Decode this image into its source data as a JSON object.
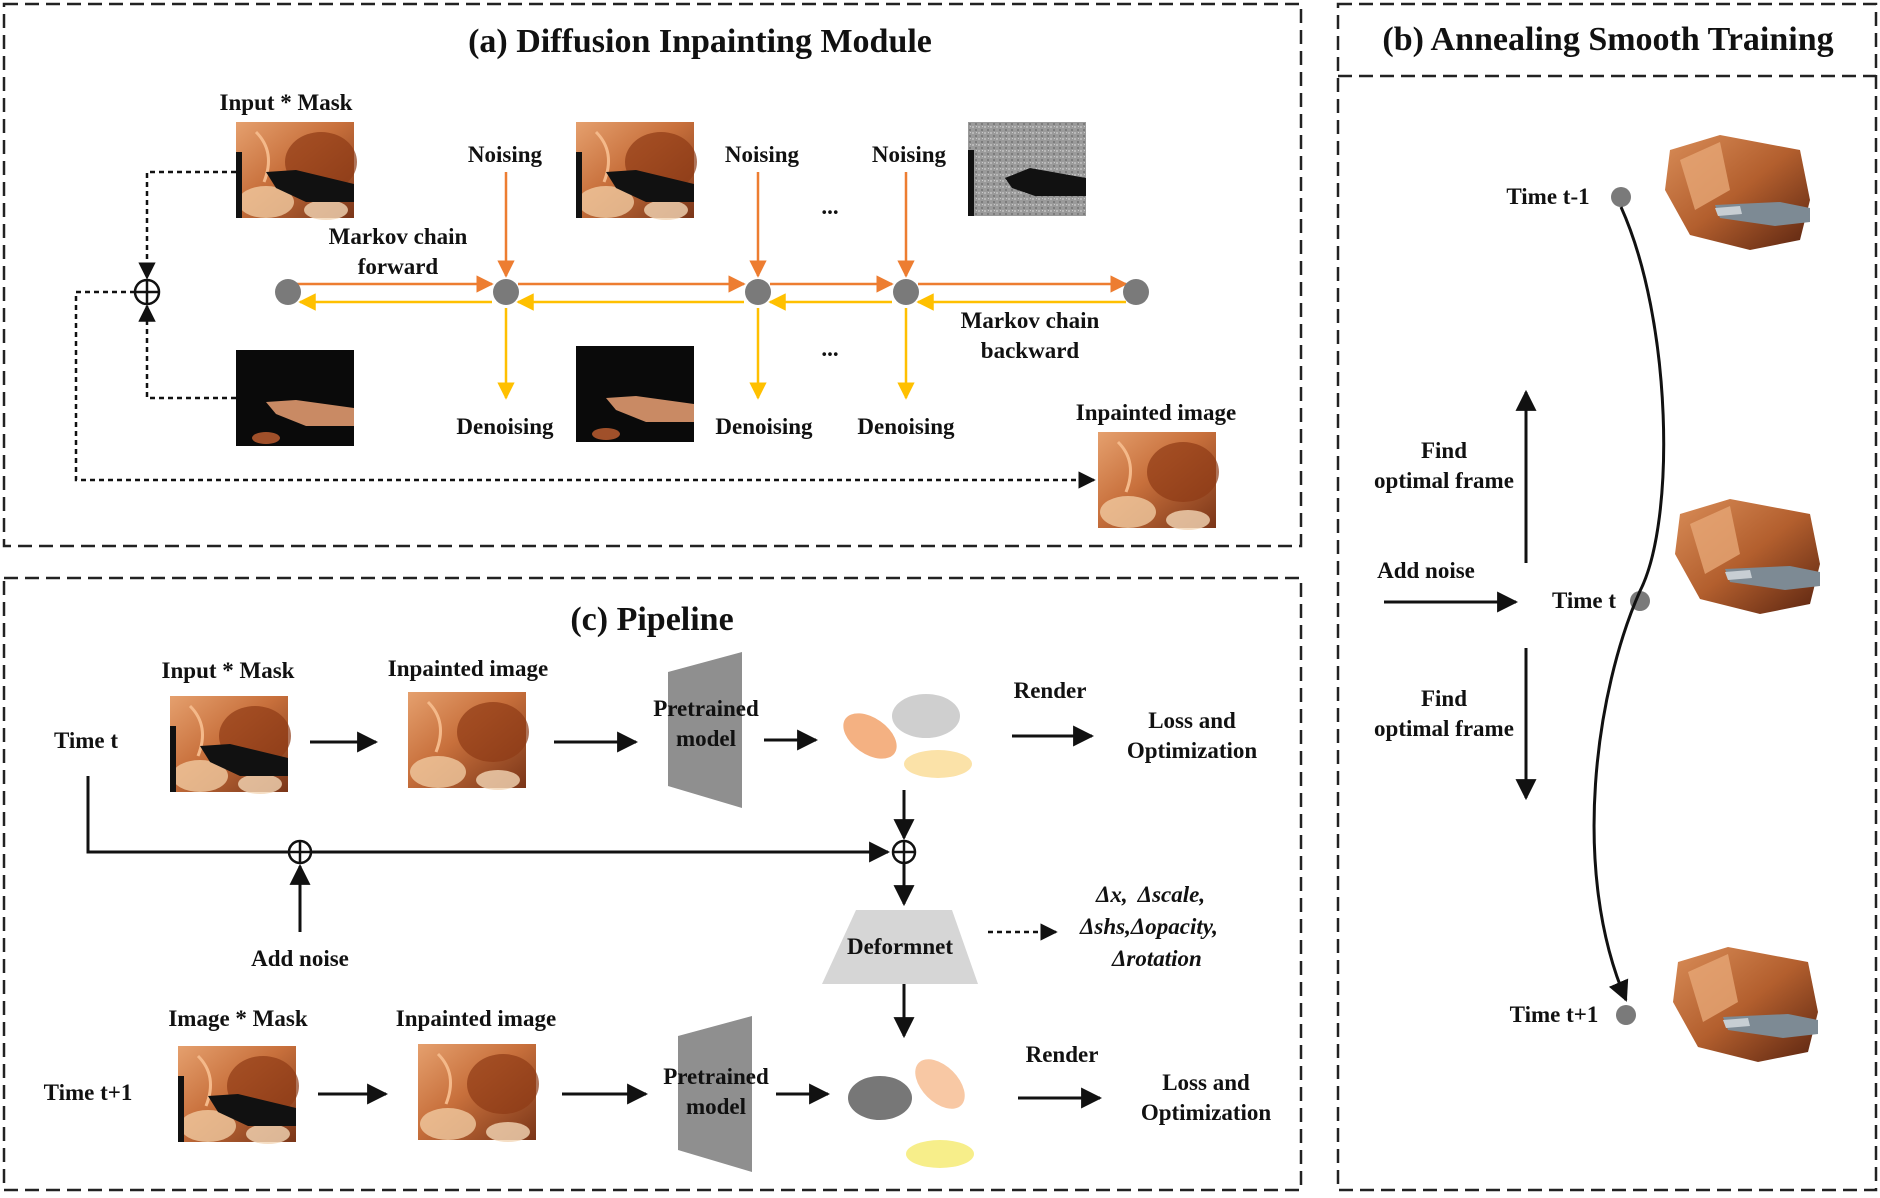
{
  "panel_a": {
    "title": "(a) Diffusion Inpainting Module",
    "input_mask": "Input * Mask",
    "noising_1": "Noising",
    "noising_2": "Noising",
    "noising_3": "Noising",
    "ellipsis_top": "...",
    "ellipsis_bottom": "...",
    "markov_forward_1": "Markov chain",
    "markov_forward_2": "forward",
    "markov_backward_1": "Markov chain",
    "markov_backward_2": "backward",
    "denoising_1": "Denoising",
    "denoising_2": "Denoising",
    "denoising_3": "Denoising",
    "inpainted_image": "Inpainted image",
    "colors": {
      "forward": "#ED7D31",
      "backward": "#FFC000",
      "node": "#7a7a7a"
    }
  },
  "panel_b": {
    "title": "(b) Annealing Smooth Training",
    "time_prev": "Time t-1",
    "time_now": "Time t",
    "time_next": "Time t+1",
    "find_up_1": "Find",
    "find_up_2": "optimal frame",
    "find_down_1": "Find",
    "find_down_2": "optimal frame",
    "add_noise": "Add noise"
  },
  "panel_c": {
    "title": "(c) Pipeline",
    "time_t": "Time t",
    "time_t1": "Time t+1",
    "input_mask": "Input * Mask",
    "image_mask": "Image * Mask",
    "inpainted_1": "Inpainted image",
    "inpainted_2": "Inpainted image",
    "pretrained_1a": "Pretrained",
    "pretrained_1b": "model",
    "pretrained_2a": "Pretrained",
    "pretrained_2b": "model",
    "render_1": "Render",
    "render_2": "Render",
    "loss_1a": "Loss and",
    "loss_1b": "Optimization",
    "loss_2a": "Loss and",
    "loss_2b": "Optimization",
    "add_noise": "Add noise",
    "deformnet": "Deformnet",
    "delta_x": "x,",
    "delta_scale": "scale,",
    "delta_shs": "shs,",
    "delta_opacity": "opacity,",
    "delta_rotation": "rotation",
    "delta_symbol": "Δ"
  }
}
